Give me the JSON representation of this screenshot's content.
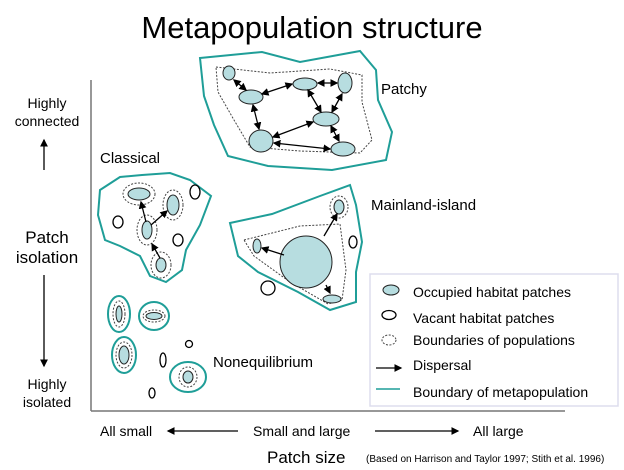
{
  "title": "Metapopulation structure",
  "y_axis": {
    "top_label_line1": "Highly",
    "top_label_line2": "connected",
    "mid_label_line1": "Patch",
    "mid_label_line2": "isolation",
    "bottom_label_line1": "Highly",
    "bottom_label_line2": "isolated"
  },
  "x_axis": {
    "left": "All small",
    "middle": "Small and large",
    "right": "All large",
    "title": "Patch size",
    "citation": "(Based on Harrison and Taylor 1997; Stith et al. 1996)"
  },
  "structures": {
    "patchy": "Patchy",
    "classical": "Classical",
    "mainland_island": "Mainland-island",
    "nonequilibrium": "Nonequilibrium"
  },
  "legend": [
    {
      "label": "Occupied habitat patches",
      "icon": "occupied-patch-icon"
    },
    {
      "label": "Vacant habitat patches",
      "icon": "vacant-patch-icon"
    },
    {
      "label": "Boundaries of populations",
      "icon": "population-boundary-icon"
    },
    {
      "label": "Dispersal",
      "icon": "dispersal-arrow-icon"
    },
    {
      "label": "Boundary of metapopulation",
      "icon": "metapopulation-boundary-icon"
    }
  ],
  "colors": {
    "teal": "#1f9e98",
    "occupied": "#b7dde0"
  }
}
